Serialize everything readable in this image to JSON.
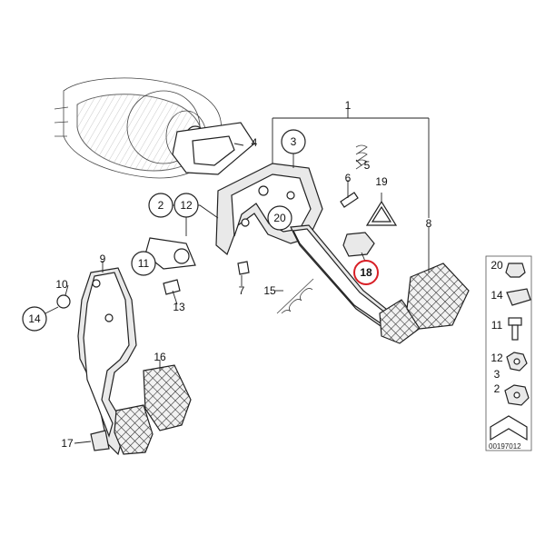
{
  "diagram": {
    "code": "00197012",
    "callouts": [
      {
        "id": "c1",
        "label": "1"
      },
      {
        "id": "c2",
        "label": "2"
      },
      {
        "id": "c3",
        "label": "3"
      },
      {
        "id": "c4",
        "label": "4"
      },
      {
        "id": "c5",
        "label": "5"
      },
      {
        "id": "c6",
        "label": "6"
      },
      {
        "id": "c7",
        "label": "7"
      },
      {
        "id": "c8",
        "label": "8"
      },
      {
        "id": "c9",
        "label": "9"
      },
      {
        "id": "c10",
        "label": "10"
      },
      {
        "id": "c11",
        "label": "11"
      },
      {
        "id": "c12",
        "label": "12"
      },
      {
        "id": "c13",
        "label": "13"
      },
      {
        "id": "c14",
        "label": "14"
      },
      {
        "id": "c15",
        "label": "15"
      },
      {
        "id": "c16",
        "label": "16"
      },
      {
        "id": "c17",
        "label": "17"
      },
      {
        "id": "c18",
        "label": "18"
      },
      {
        "id": "c19",
        "label": "19"
      },
      {
        "id": "c20",
        "label": "20"
      }
    ],
    "sidebar": [
      {
        "label": "20"
      },
      {
        "label": "14"
      },
      {
        "label": "11"
      },
      {
        "label": "12"
      },
      {
        "label": "3"
      },
      {
        "label": "2"
      }
    ],
    "highlight_color": "#d81f26"
  }
}
